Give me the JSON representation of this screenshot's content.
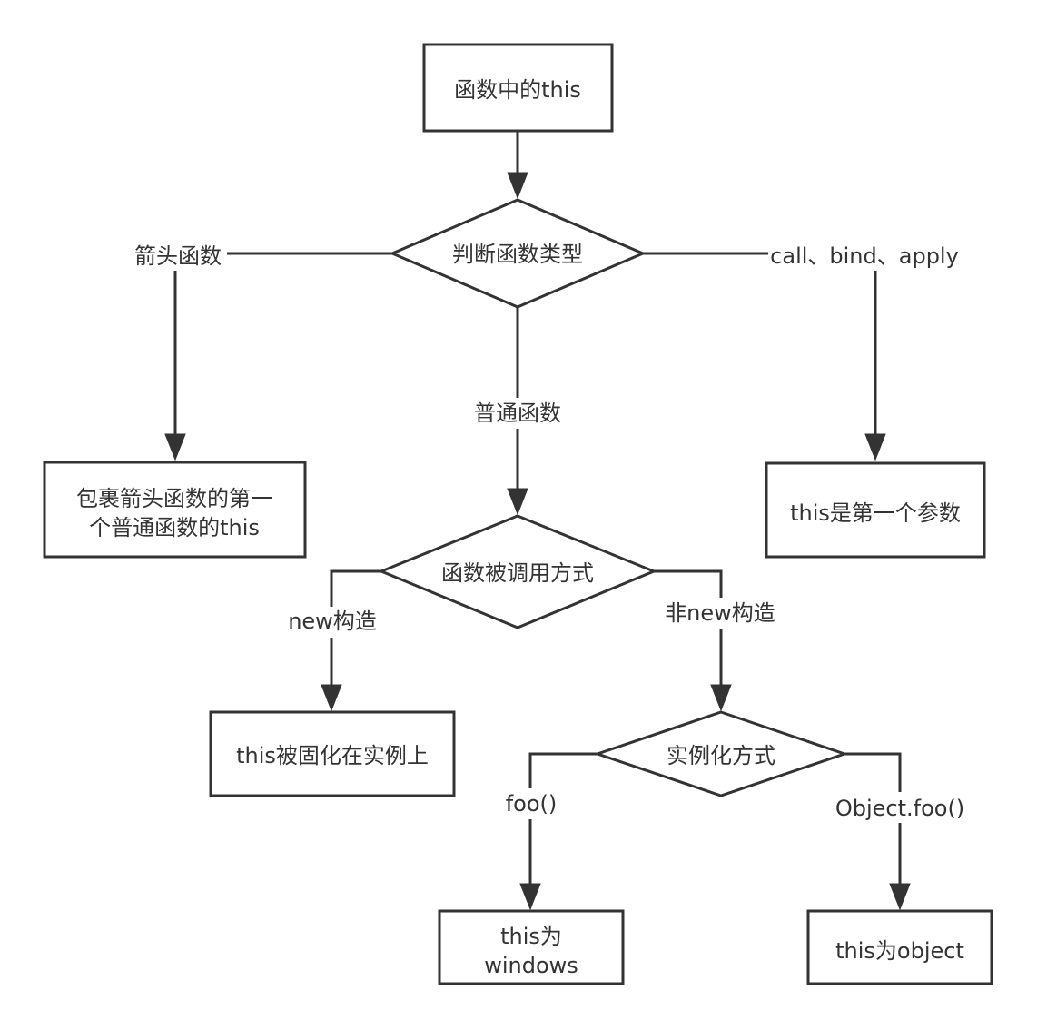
{
  "diagram": {
    "nodes": {
      "root": "函数中的this",
      "function_type": "判断函数类型",
      "arrow_result": [
        "包裹箭头函数的第一",
        "个普通函数的this"
      ],
      "call_result": "this是第一个参数",
      "invoke_method": "函数被调用方式",
      "new_result": "this被固化在实例上",
      "instantiate_method": "实例化方式",
      "window_result": [
        "this为",
        "windows"
      ],
      "object_result": "this为object"
    },
    "edge_labels": {
      "arrow_fn": "箭头函数",
      "call_bind_apply": "call、bind、apply",
      "normal_fn": "普通函数",
      "new_construct": "new构造",
      "non_new_construct": "非new构造",
      "foo_call": "foo()",
      "object_foo_call": "Object.foo()"
    },
    "colors": {
      "stroke": "#333333",
      "fill": "#ffffff",
      "text": "#333333"
    }
  }
}
